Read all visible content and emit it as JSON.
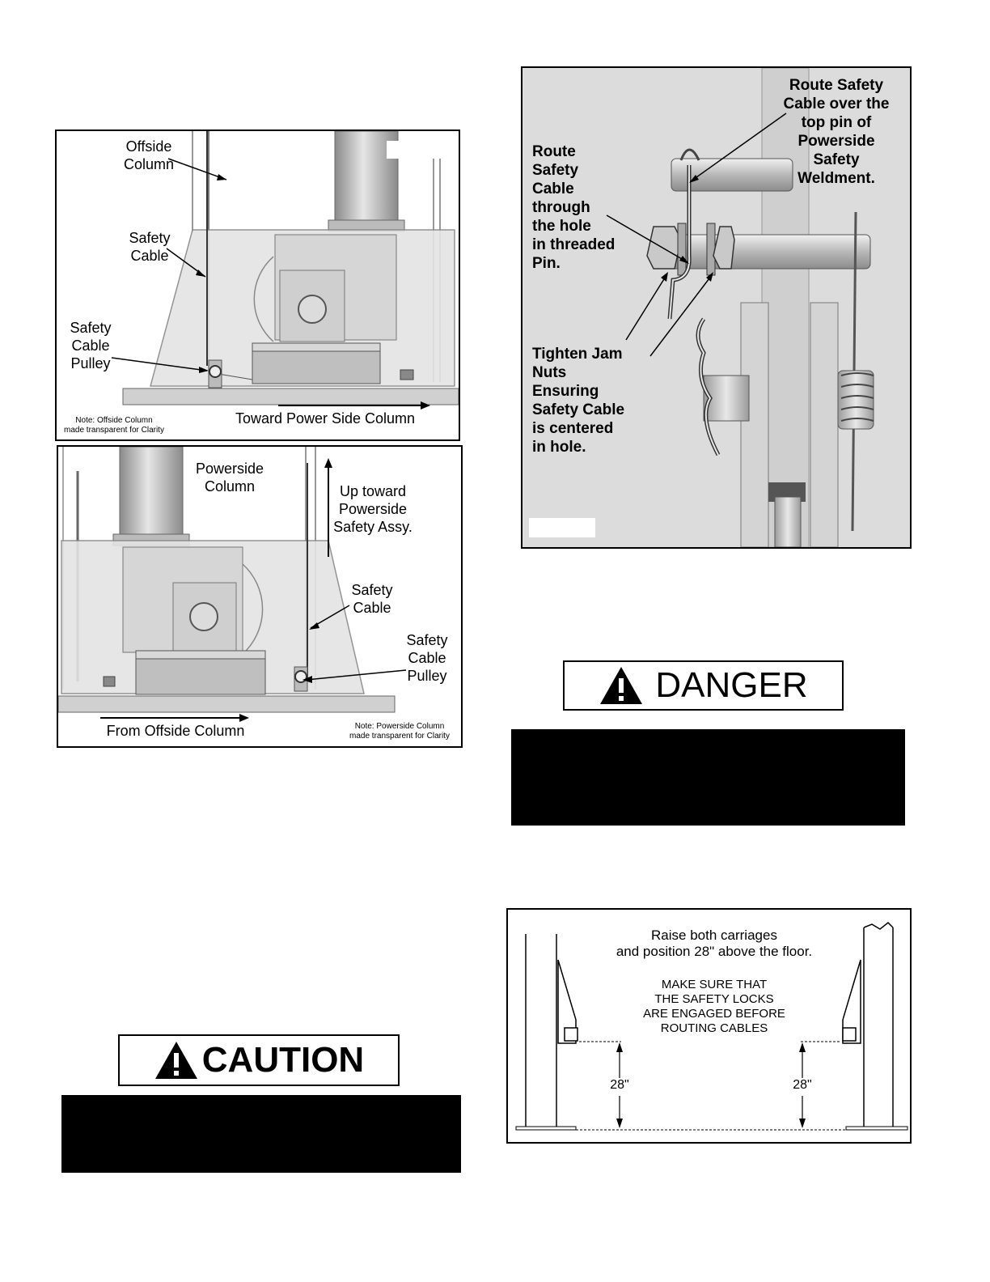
{
  "figure_offside": {
    "label_offside_column": "Offside\nColumn",
    "label_safety_cable": "Safety\nCable",
    "label_pulley": "Safety\nCable\nPulley",
    "label_direction": "Toward Power Side Column",
    "note": "Note: Offside Column\nmade transparent for Clarity"
  },
  "figure_powerside": {
    "label_powerside_column": "Powerside\nColumn",
    "label_up": "Up toward\nPowerside\nSafety Assy.",
    "label_safety_cable": "Safety\nCable",
    "label_pulley": "Safety\nCable\nPulley",
    "label_direction": "From Offside Column",
    "note": "Note: Powerside Column\nmade transparent for Clarity"
  },
  "figure_pin": {
    "label_route_over": "Route Safety\nCable over the\ntop pin of\nPowerside\nSafety\nWeldment.",
    "label_route_through": "Route\nSafety\nCable\nthrough\nthe hole\nin threaded\nPin.",
    "label_tighten": "Tighten Jam\nNuts\nEnsuring\nSafety Cable\nis centered\nin hole."
  },
  "danger_sign": {
    "word": "DANGER"
  },
  "caution_sign": {
    "word": "CAUTION"
  },
  "figure_carriage": {
    "title": "Raise both carriages\nand position 28\" above the floor.",
    "warning": "MAKE SURE THAT\nTHE SAFETY LOCKS\nARE ENGAGED BEFORE\nROUTING CABLES",
    "height_left": "28\"",
    "height_right": "28\""
  }
}
